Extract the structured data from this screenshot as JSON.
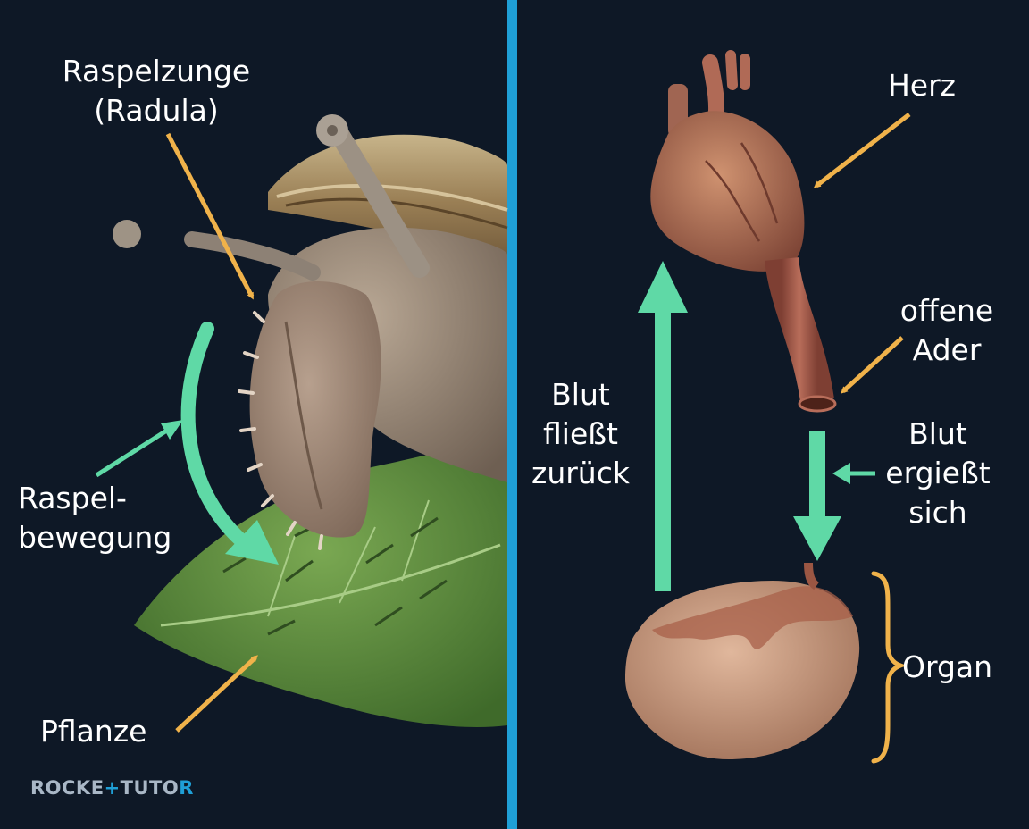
{
  "labels": {
    "radula_line1": "Raspelzunge",
    "radula_line2": "(Radula)",
    "rasp_line1": "Raspel-",
    "rasp_line2": "bewegung",
    "plant": "Pflanze",
    "heart": "Herz",
    "vessel_line1": "offene",
    "vessel_line2": "Ader",
    "flow_line1": "Blut",
    "flow_line2": "ergießt",
    "flow_line3": "sich",
    "return_line1": "Blut",
    "return_line2": "fließt",
    "return_line3": "zurück",
    "organ": "Organ"
  },
  "logo": {
    "part1": "ROCKE",
    "part2": "+",
    "part3": "TUTO",
    "part4": "R"
  },
  "colors": {
    "background": "#0e1826",
    "divider": "#1f9fd6",
    "label_arrow": "#f0b24a",
    "motion_arrow": "#5fd9a6",
    "brace": "#f0b24a",
    "leaf": "#5b8a3c",
    "heart": "#a86a52",
    "organ": "#c9957a"
  }
}
